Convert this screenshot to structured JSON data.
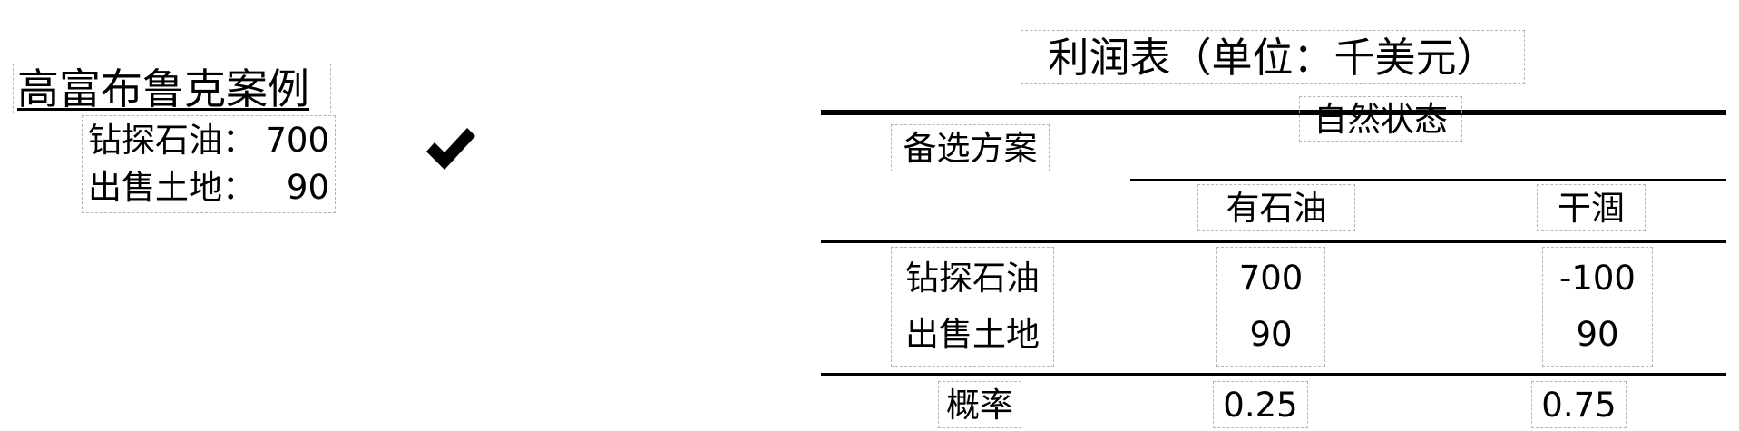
{
  "left_panel": {
    "case_title": "高富布鲁克案例",
    "options": [
      {
        "label": "钻探石油：",
        "value": "700"
      },
      {
        "label": "出售土地：",
        "value": "90"
      }
    ],
    "selected_marker": "✔"
  },
  "table": {
    "title": "利润表（单位：千美元）",
    "row_header_label": "备选方案",
    "group_header_label": "自然状态",
    "column_headers": [
      "有石油",
      "干涸"
    ],
    "rows": [
      {
        "alternative": "钻探石油",
        "values": [
          "700",
          "-100"
        ]
      },
      {
        "alternative": "出售土地",
        "values": [
          "90",
          "90"
        ]
      }
    ],
    "probability_row": {
      "label": "概率",
      "values": [
        "0.25",
        "0.75"
      ]
    }
  },
  "colors": {
    "text": "#000000",
    "background": "#ffffff",
    "annotation_box_border": "#b5b5b5"
  }
}
